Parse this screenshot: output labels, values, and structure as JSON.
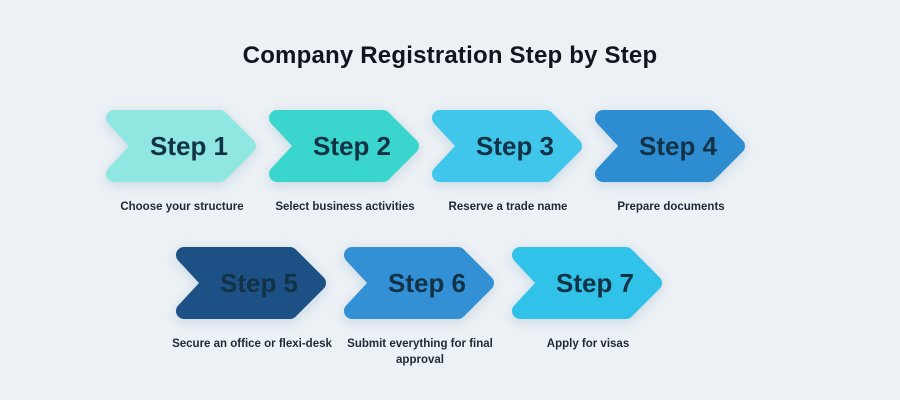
{
  "page": {
    "title": "Company Registration Step by Step",
    "background_color": "#ecf1f5",
    "title_color": "#10161d",
    "step_label_color": "#123347",
    "caption_color": "#1f2a36"
  },
  "steps": [
    {
      "label": "Step 1",
      "caption": "Choose your structure",
      "color": "#90e6e0",
      "row": 1
    },
    {
      "label": "Step 2",
      "caption": "Select business activities",
      "color": "#3ad5cd",
      "row": 1
    },
    {
      "label": "Step 3",
      "caption": "Reserve a trade name",
      "color": "#40c6ea",
      "row": 1
    },
    {
      "label": "Step 4",
      "caption": "Prepare documents",
      "color": "#2e8dd1",
      "row": 1
    },
    {
      "label": "Step 5",
      "caption": "Secure an office or flexi-desk",
      "color": "#1d5185",
      "row": 2
    },
    {
      "label": "Step 6",
      "caption": "Submit everything for final\napproval",
      "color": "#3490d5",
      "row": 2
    },
    {
      "label": "Step 7",
      "caption": "Apply for visas",
      "color": "#30c2e8",
      "row": 2
    }
  ]
}
